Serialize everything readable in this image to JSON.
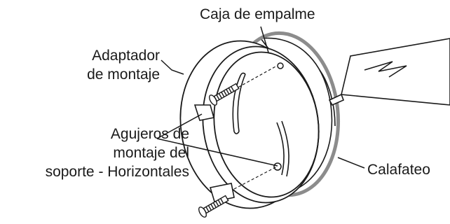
{
  "labels": {
    "junction_box": "Caja de empalme",
    "mounting_adapter": [
      "Adaptador",
      "de montaje"
    ],
    "mounting_holes": [
      "Agujeros de",
      "montaje del",
      "soporte - Horizontales"
    ],
    "caulking": "Calafateo"
  },
  "colors": {
    "line": "#1a1a1a",
    "caulk": "#8c8c8c",
    "background": "#ffffff"
  },
  "icons": {
    "caulk_gun": "caulk-gun-icon",
    "screw": "screw-icon"
  }
}
